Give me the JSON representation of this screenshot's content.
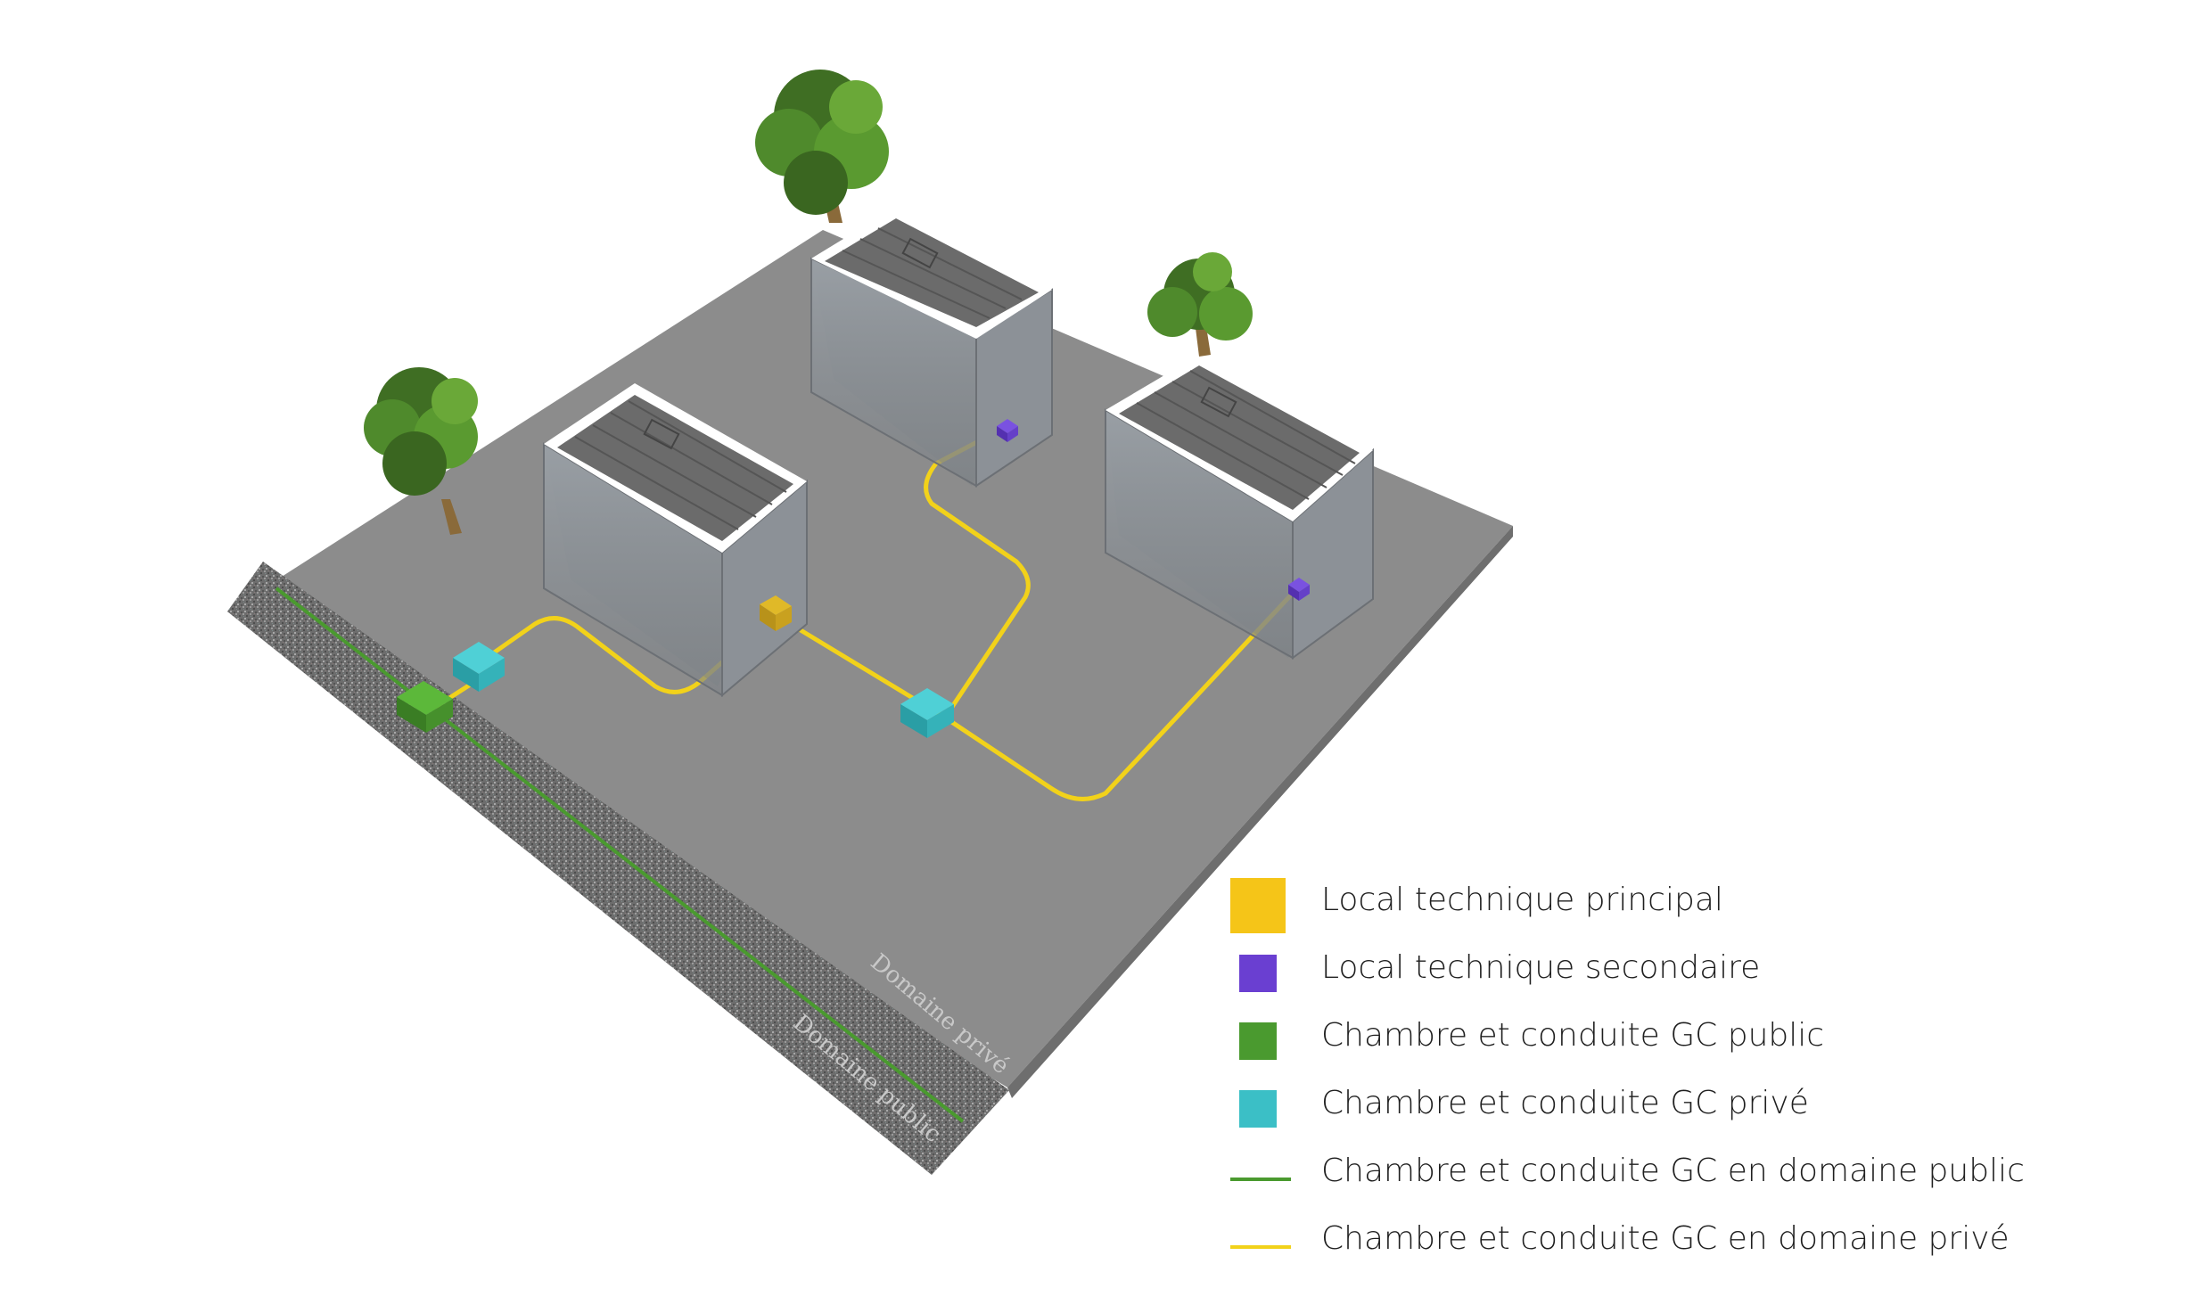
{
  "colors": {
    "ground": "#8c8c8c",
    "gravel": "#6a6a6a",
    "building_wall": "#8a8f94",
    "roof": "#6b6b6b",
    "roof_border": "#ffffff",
    "local_principal": "#f5c518",
    "local_secondaire": "#6a3fd1",
    "gc_public": "#4a9a2f",
    "gc_prive": "#3bbfc6",
    "conduit_public": "#4a9a2f",
    "conduit_prive": "#f2d21a"
  },
  "zones": {
    "prive_label": "Domaine privé",
    "public_label": "Domaine public"
  },
  "legend": [
    {
      "key": "local_principal",
      "swatch": "big",
      "color": "#f5c518",
      "label": "Local technique principal"
    },
    {
      "key": "local_secondaire",
      "swatch": "sq",
      "color": "#6a3fd1",
      "label": "Local technique secondaire"
    },
    {
      "key": "gc_public",
      "swatch": "sq",
      "color": "#4a9a2f",
      "label": "Chambre et conduite GC public"
    },
    {
      "key": "gc_prive",
      "swatch": "sq",
      "color": "#3bbfc6",
      "label": "Chambre et conduite GC privé"
    },
    {
      "key": "conduit_public",
      "swatch": "line",
      "color": "#4a9a2f",
      "label": "Chambre et conduite GC en domaine public"
    },
    {
      "key": "conduit_prive",
      "swatch": "line",
      "color": "#f2d21a",
      "label": "Chambre et conduite GC en domaine privé"
    }
  ]
}
